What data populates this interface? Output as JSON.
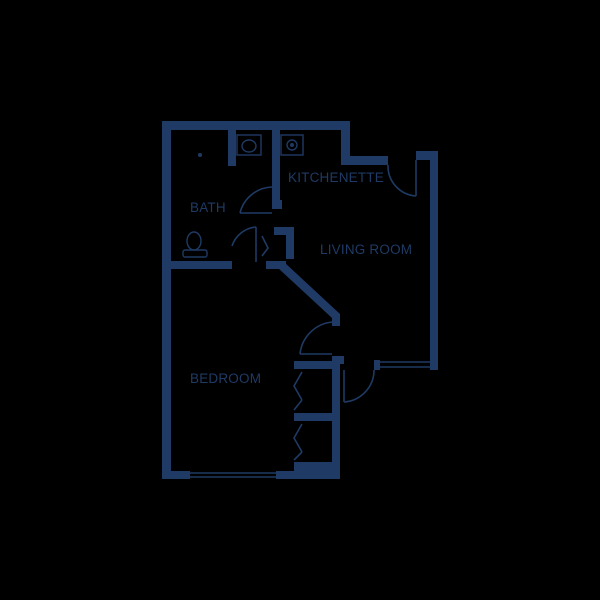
{
  "floor_plan": {
    "rooms": {
      "bath": "BATH",
      "kitchenette": "KITCHENETTE",
      "living_room": "LIVING ROOM",
      "bedroom": "BEDROOM"
    },
    "fixtures": {
      "shower": "shower-icon",
      "sink": "sink-icon",
      "stove": "stove-icon",
      "toilet": "toilet-icon"
    }
  },
  "colors": {
    "background": "#000000",
    "wall": "#1f3a64"
  }
}
